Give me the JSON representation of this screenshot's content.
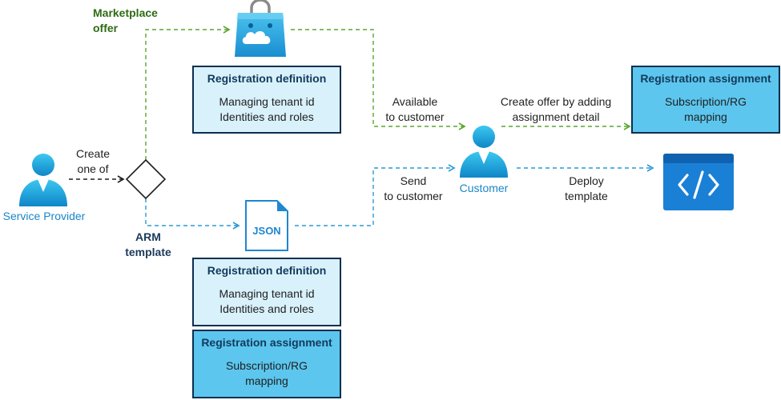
{
  "labels": {
    "marketplace_offer": [
      "Marketplace",
      "offer"
    ],
    "arm_template": [
      "ARM",
      "template"
    ],
    "create_one_of": [
      "Create",
      "one of"
    ],
    "available_to_customer": [
      "Available",
      "to customer"
    ],
    "send_to_customer": [
      "Send",
      "to customer"
    ],
    "create_offer": [
      "Create offer by adding",
      "assignment detail"
    ],
    "deploy_template": [
      "Deploy",
      "template"
    ],
    "service_provider": "Service Provider",
    "customer": "Customer",
    "json_badge": "JSON"
  },
  "boxes": {
    "reg_def_marketplace": {
      "title": "Registration definition",
      "lines": [
        "Managing tenant id",
        "Identities and roles"
      ]
    },
    "reg_assign_customer": {
      "title": "Registration assignment",
      "lines": [
        "Subscription/RG",
        "mapping"
      ]
    },
    "reg_def_arm": {
      "title": "Registration definition",
      "lines": [
        "Managing tenant id",
        "Identities and roles"
      ]
    },
    "reg_assign_arm": {
      "title": "Registration assignment",
      "lines": [
        "Subscription/RG",
        "mapping"
      ]
    }
  },
  "colors": {
    "green_path": "#5aa62e",
    "blue_path": "#2a9bd3",
    "provider_arrow": "#1f1f1f",
    "navy_border": "#0c2f4f",
    "light_box": "#d9f1fb",
    "dark_box": "#5cc6ee"
  },
  "icons": [
    "person-icon",
    "shopping-bag-cloud-icon",
    "json-file-icon",
    "code-window-icon",
    "decision-diamond"
  ]
}
